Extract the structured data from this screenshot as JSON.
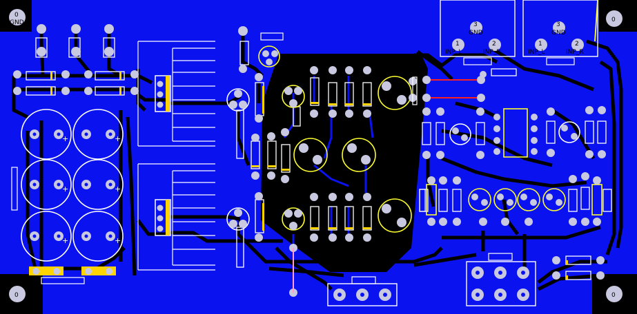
{
  "colors": {
    "board": "#0a12f0",
    "board_edge": "#000000",
    "trace": "#000000",
    "pad": "#c8c8e0",
    "hole": "#0a12f0",
    "silk": "#ffffff",
    "silk_yellow": "#ffff30",
    "pin_yellow": "#ffd400",
    "jumper_red": "#ff2020"
  },
  "labels": {
    "mount_tl": "0",
    "mount_tl_sub": "GND",
    "mount_tr": "0",
    "mount_bl": "0",
    "mount_br": "0",
    "connA": {
      "num3": "3",
      "gnd": "GND",
      "num1": "1",
      "num2": "2",
      "in_l": "INP_L",
      "in_r": "INP_R"
    },
    "connB": {
      "num3": "3",
      "gnd": "GND",
      "num1": "1",
      "num2": "2",
      "in_l": "INP_L",
      "in_r": "INP_R"
    }
  }
}
